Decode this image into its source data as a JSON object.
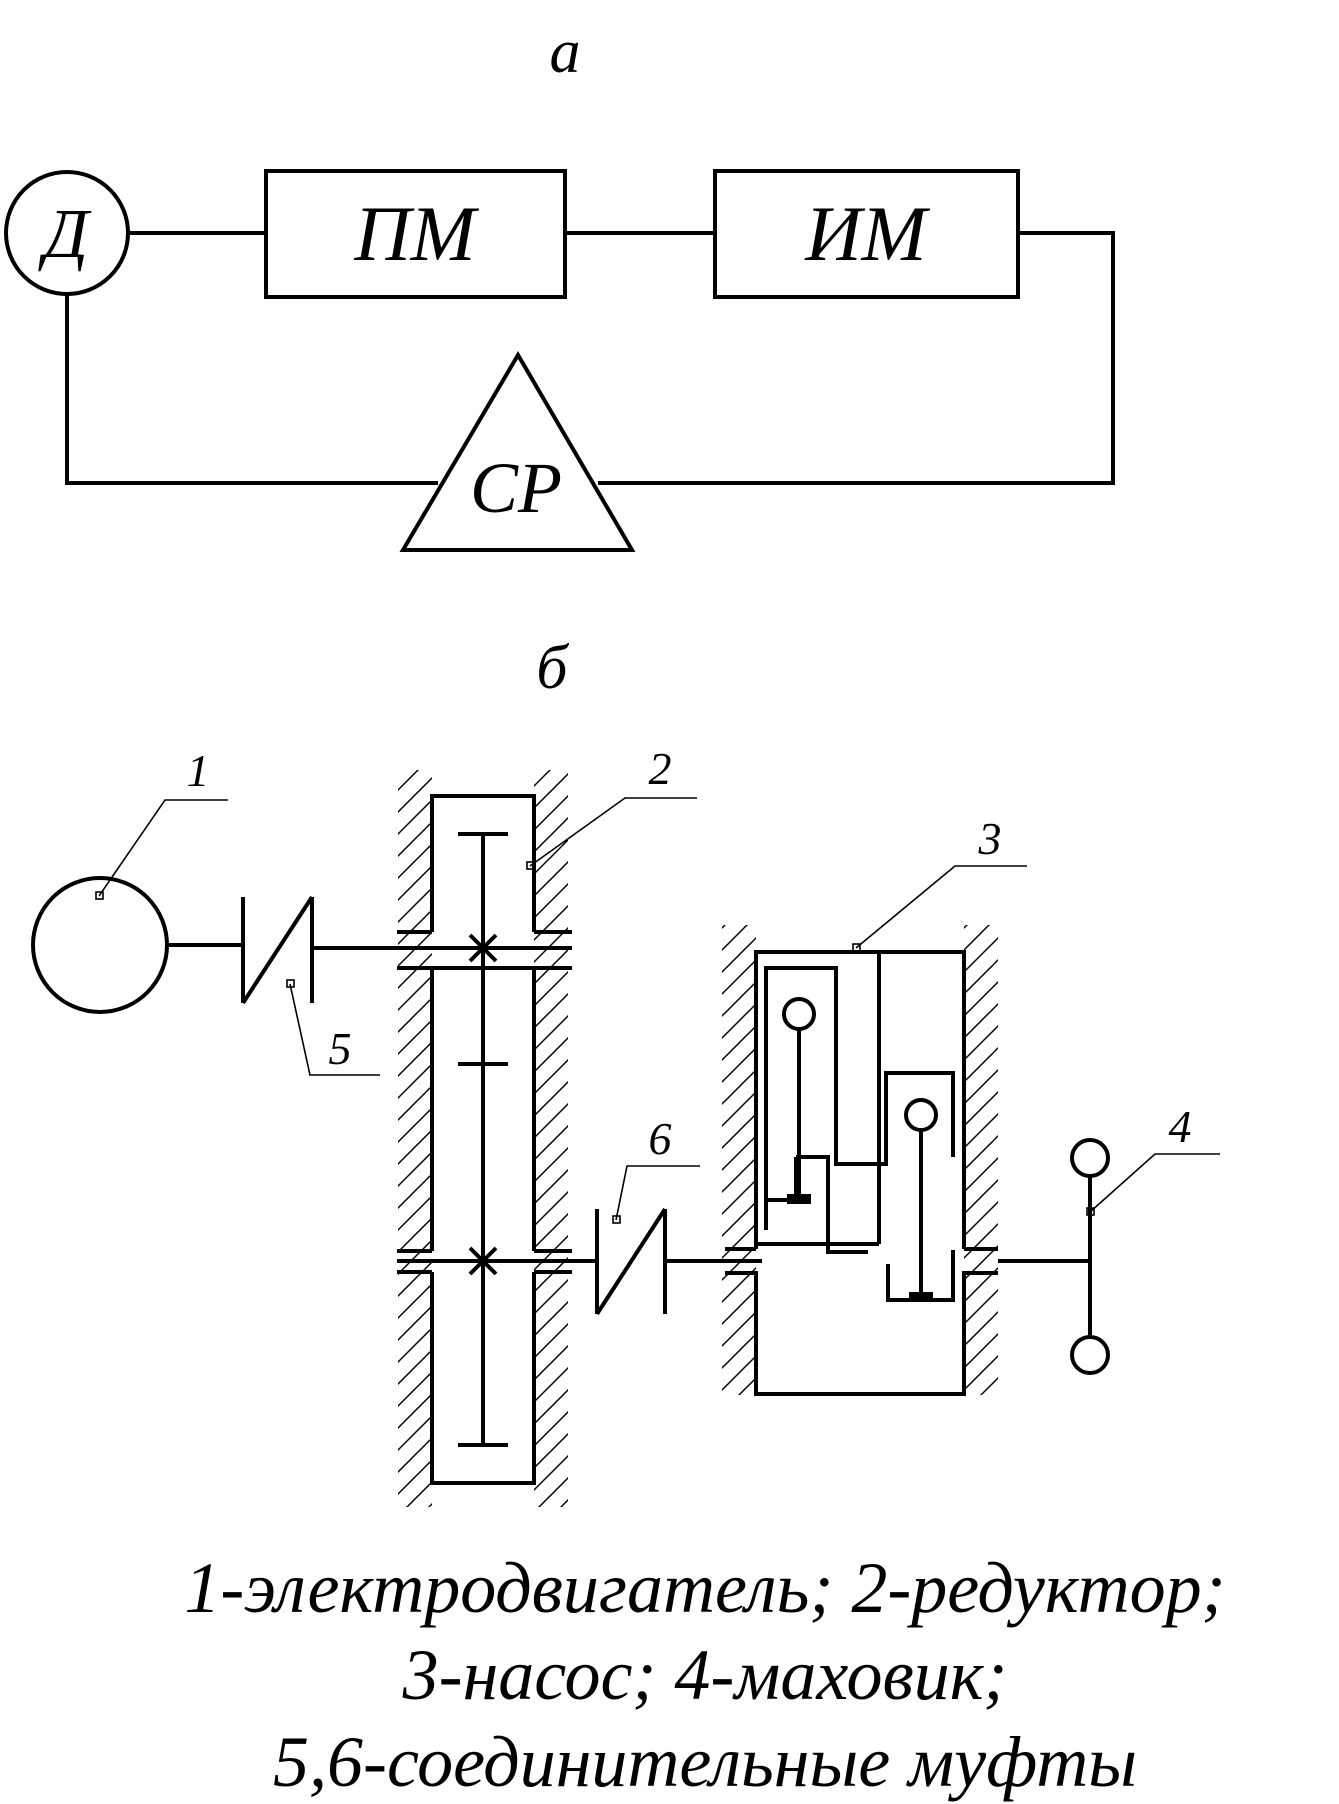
{
  "diagram_a": {
    "label": "а",
    "motor": "Д",
    "transmission": "ПМ",
    "executive": "ИМ",
    "regulator": "СР"
  },
  "diagram_b": {
    "label": "б",
    "callouts": [
      "1",
      "2",
      "3",
      "4",
      "5",
      "6"
    ]
  },
  "caption": {
    "line1": "1-электродвигатель; 2-редуктор;",
    "line2": "3-насос; 4-маховик;",
    "line3": "5,6-соединительные муфты"
  }
}
